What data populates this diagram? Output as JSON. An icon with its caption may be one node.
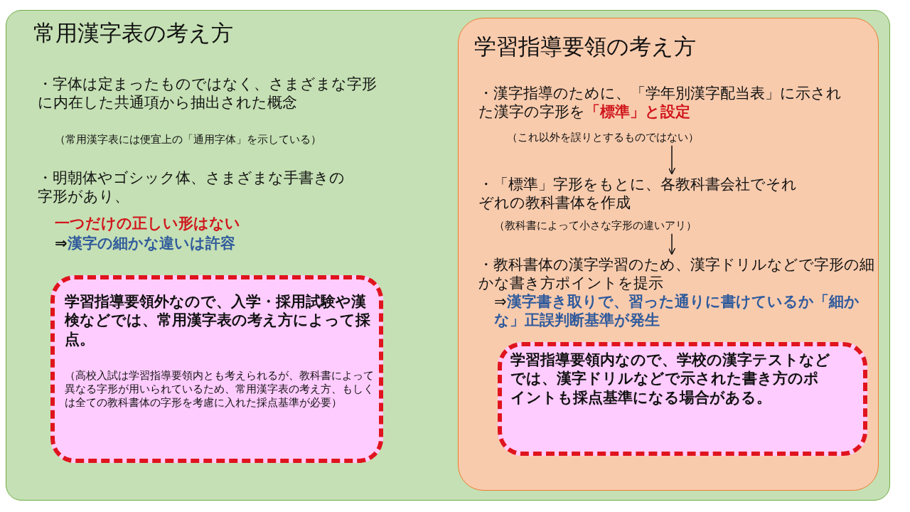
{
  "diagram": {
    "nodes": [
      {
        "text": [
          "常用漢字表の考え方",
          "・字体は定まったものではなく、さまざまな字形に内在した共通項から抽出された概念",
          "（常用漢字表には便宜上の「通用字体」を示している）",
          "・明朝体やゴシック体、さまざまな手書きの字形があり、",
          "一つだけの正しい形はない",
          "⇒**漢字の細かな違いは許容**"
        ]
      },
      {
        "text": [
          "学習指導要領外なので、入学・採用試験や漢検などでは、常用漢字表の考え方によって採点。",
          "（高校入試は学習指導要領内とも考えられるが、教科書によって異なる字形が用いられているため、常用漢字表の考え方、もしくは全ての教科書体の字形を考慮に入れた採点基準が必要）"
        ],
        "in": 0
      },
      {
        "text": [
          "学習指導要領の考え方"
        ],
        "in": 0
      },
      {
        "text": [
          "・漢字指導のために、「学年別漢字配当表」に示された漢字の字形を**「標準」と設定**",
          "（これ以外を誤りとするものではない）"
        ],
        "in": 2
      },
      {
        "text": [
          "・「標準」字形をもとに、各教科書会社でそれぞれの教科書体を作成",
          "（教科書によって小さな字形の違いアリ）"
        ],
        "in": 2
      },
      {
        "text": [
          "・教科書体の漢字学習のため、漢字ドリルなどで字形の細かな書き方ポイントを提示",
          "⇒**漢字書き取りで、習った通りに書けているか「細かな」正誤判断基準が発生**"
        ],
        "in": 2
      },
      {
        "text": [
          "学習指導要領内なので、学校の漢字テストなどでは、漢字ドリルなどで示された書き方のポイントも採点基準になる場合がある。"
        ],
        "in": 2
      }
    ],
    "edges": [
      {
        "from": 3,
        "to": 4,
        "arrow": "to"
      },
      {
        "from": 4,
        "to": 5,
        "arrow": "to"
      }
    ]
  }
}
